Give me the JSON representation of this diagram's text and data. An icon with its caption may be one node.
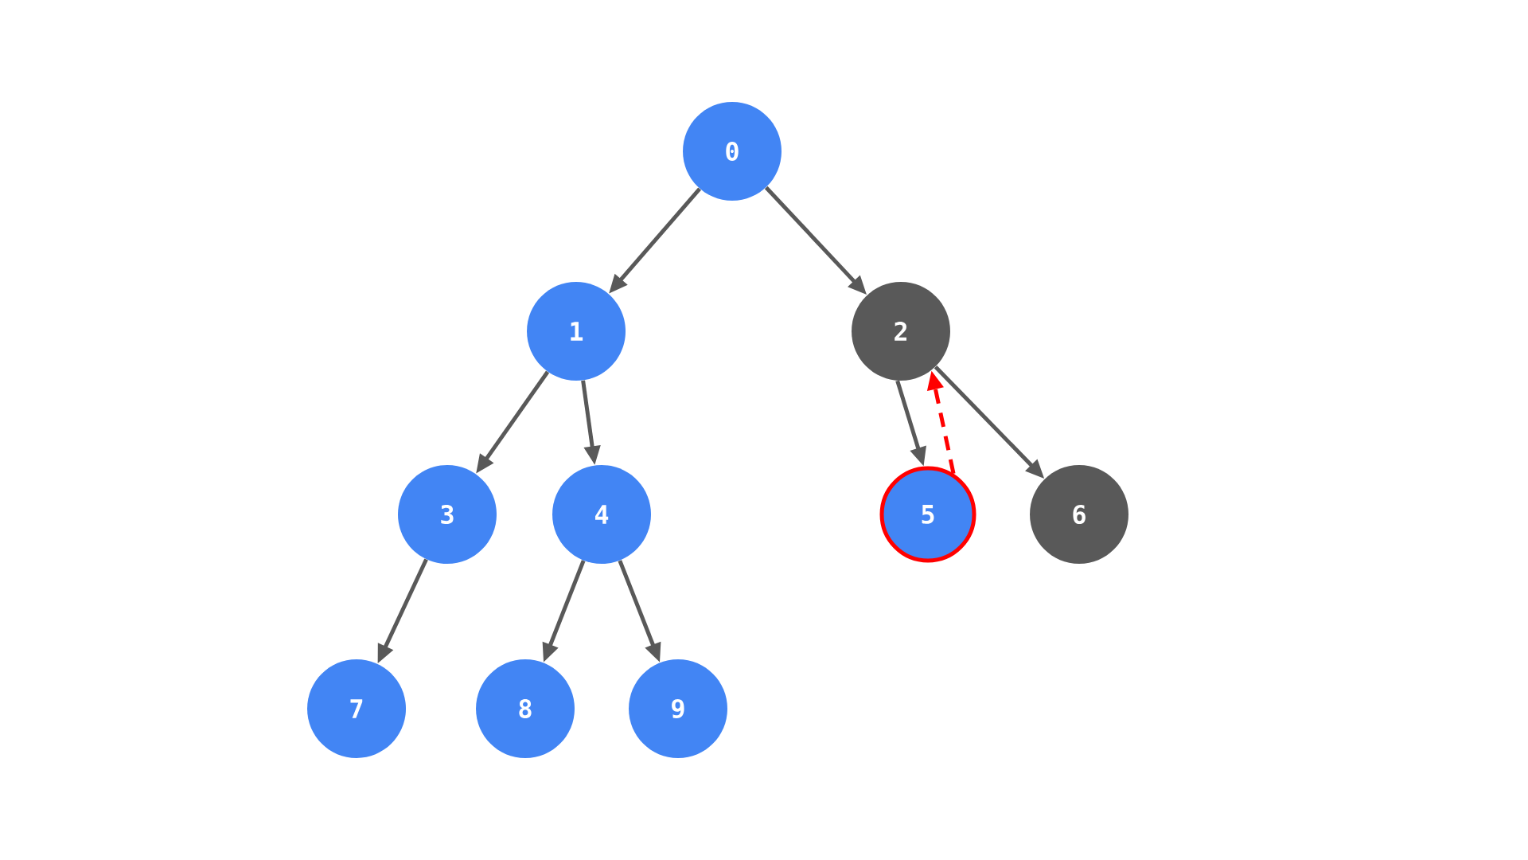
{
  "diagram": {
    "nodes": [
      {
        "text": [
          "0"
        ]
      },
      {
        "text": [
          "1"
        ]
      },
      {
        "text": [
          "2"
        ]
      },
      {
        "text": [
          "3"
        ]
      },
      {
        "text": [
          "4"
        ]
      },
      {
        "text": [
          "5"
        ]
      },
      {
        "text": [
          "6"
        ]
      },
      {
        "text": [
          "7"
        ]
      },
      {
        "text": [
          "8"
        ]
      },
      {
        "text": [
          "9"
        ]
      }
    ],
    "edges": [
      {
        "from": 0,
        "to": 1,
        "arrow": "to"
      },
      {
        "from": 0,
        "to": 2,
        "arrow": "to"
      },
      {
        "from": 1,
        "to": 3,
        "arrow": "to"
      },
      {
        "from": 1,
        "to": 4,
        "arrow": "to"
      },
      {
        "from": 2,
        "to": 5,
        "arrow": "to"
      },
      {
        "from": 2,
        "to": 6,
        "arrow": "to"
      },
      {
        "from": 3,
        "to": 7,
        "arrow": "to"
      },
      {
        "from": 4,
        "to": 8,
        "arrow": "to"
      },
      {
        "from": 4,
        "to": 9,
        "arrow": "to"
      },
      {
        "from": 5,
        "to": 2,
        "arrow": "to",
        "style": "dashed",
        "color": "#ff0000"
      }
    ]
  }
}
